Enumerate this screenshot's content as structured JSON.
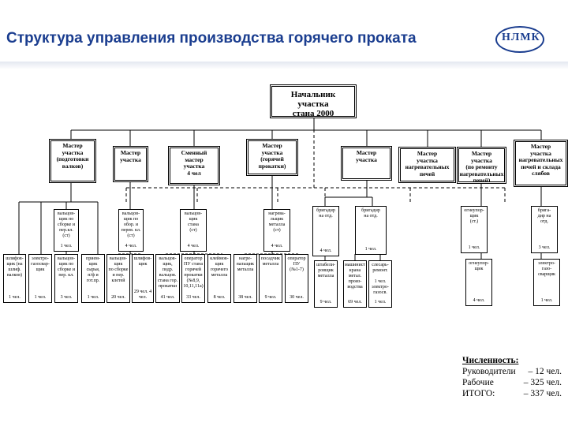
{
  "header": {
    "title": "Структура управления производства горячего проката",
    "logo_text": "НЛМК"
  },
  "chart": {
    "root": {
      "label": "Начальник\nучастка\nстана 2000"
    },
    "level1": [
      {
        "label": "Мастер\nучастка\n(подготовки\nвалков)"
      },
      {
        "label": "Мастер\nучастка"
      },
      {
        "label": "Сменный\nмастер\nучастка\n4 чел"
      },
      {
        "label": "Мастер\nучастка\n(горячей\nпрокатки)"
      },
      {
        "label": "Мастер\nучастка"
      },
      {
        "label": "Мастер\nучастка\nнагревательных\nпечей"
      },
      {
        "label": "Мастер\nучастка\n(по ремонту\nнагревательных\nпечей)"
      },
      {
        "label": "Мастер\nучастка\nнагревательных\nпечей и склада\nслябов"
      }
    ],
    "level2": [
      {
        "label": "вальцов-\nщик по\nсборке и\nпер.кл.\n(ст)",
        "count": "1 чел."
      },
      {
        "label": "вальцов-\nщик по\nобор. и\nперев. кл.\n(ст)",
        "count": "4 чел."
      },
      {
        "label": "вальцов-\nщик\nстана\n(ст)",
        "count": "4 чел."
      },
      {
        "label": "нагрева-\nльщик\nметалла\n(ст)",
        "count": "4 чел."
      },
      {
        "label": "бригадир\nна отд.",
        "count": "4 чел."
      },
      {
        "label": "бригадир\nна отд.",
        "count": "1 чел."
      },
      {
        "label": "огнеупор-\nщик\n(ст.)",
        "count": "1 чел."
      },
      {
        "label": "брига-\nдир на\nотд.",
        "count": "3 чел."
      }
    ],
    "level3": [
      {
        "label": "шлифов-\nщик (на\nшлиф.\nвалков)",
        "count": "1 чел."
      },
      {
        "label": "электро-\nгазосвар-\nщик",
        "count": "1 чел."
      },
      {
        "label": "вальцов-\nщик по\nсборке и\nпер. кл.",
        "count": "3 чел."
      },
      {
        "label": "прием-\nщик\nсырья,\nп/ф и\nгот.пр.",
        "count": "1 чел."
      },
      {
        "label": "вальцов-\nщик\nпо сборке\nи пер.\nклетей",
        "count": "20 чел."
      },
      {
        "label": "шлифов-\nщик",
        "count": "29 чел.\n4 чел."
      },
      {
        "label": "вальцов-\nщик,\nподр.\nвальцов.\nстана гор.\nпрокатки",
        "count": "41 чел."
      },
      {
        "label": "оператор\nПУ стана\nгорячей\nпрокатки\n(№8,9,\n10,11,11а)",
        "count": "33 чел."
      },
      {
        "label": "клеймов-\nщик\nгорячего\nметалла",
        "count": "8 чел."
      },
      {
        "label": "нагре-\nвальщик\nметалла",
        "count": "38 чел."
      },
      {
        "label": "посадчик\nметалла",
        "count": "9 чел."
      },
      {
        "label": "оператор\nПУ\n(№1-7)",
        "count": "30 чел."
      },
      {
        "label": "штабели-\nровщик\nметалла",
        "count": "9 чел."
      },
      {
        "label": "машинист\nкрана\nметал.\nпроиз-\nводства",
        "count": "69 чел."
      },
      {
        "label": "слесарь-\nремонт.\n\n1 чел.\nэлектро-\nгазосв.",
        "count": "1 чел."
      },
      {
        "label": "огнеупор-\nщик",
        "count": "4 чел."
      },
      {
        "label": "электро-\nгазо-\nсварщик",
        "count": "1 чел."
      }
    ]
  },
  "summary": {
    "heading": "Численность:",
    "rows": [
      {
        "label": "Руководители",
        "value": "– 12 чел."
      },
      {
        "label": "Рабочие",
        "value": "– 325 чел."
      },
      {
        "label": "ИТОГО:",
        "value": "– 337 чел."
      }
    ]
  }
}
